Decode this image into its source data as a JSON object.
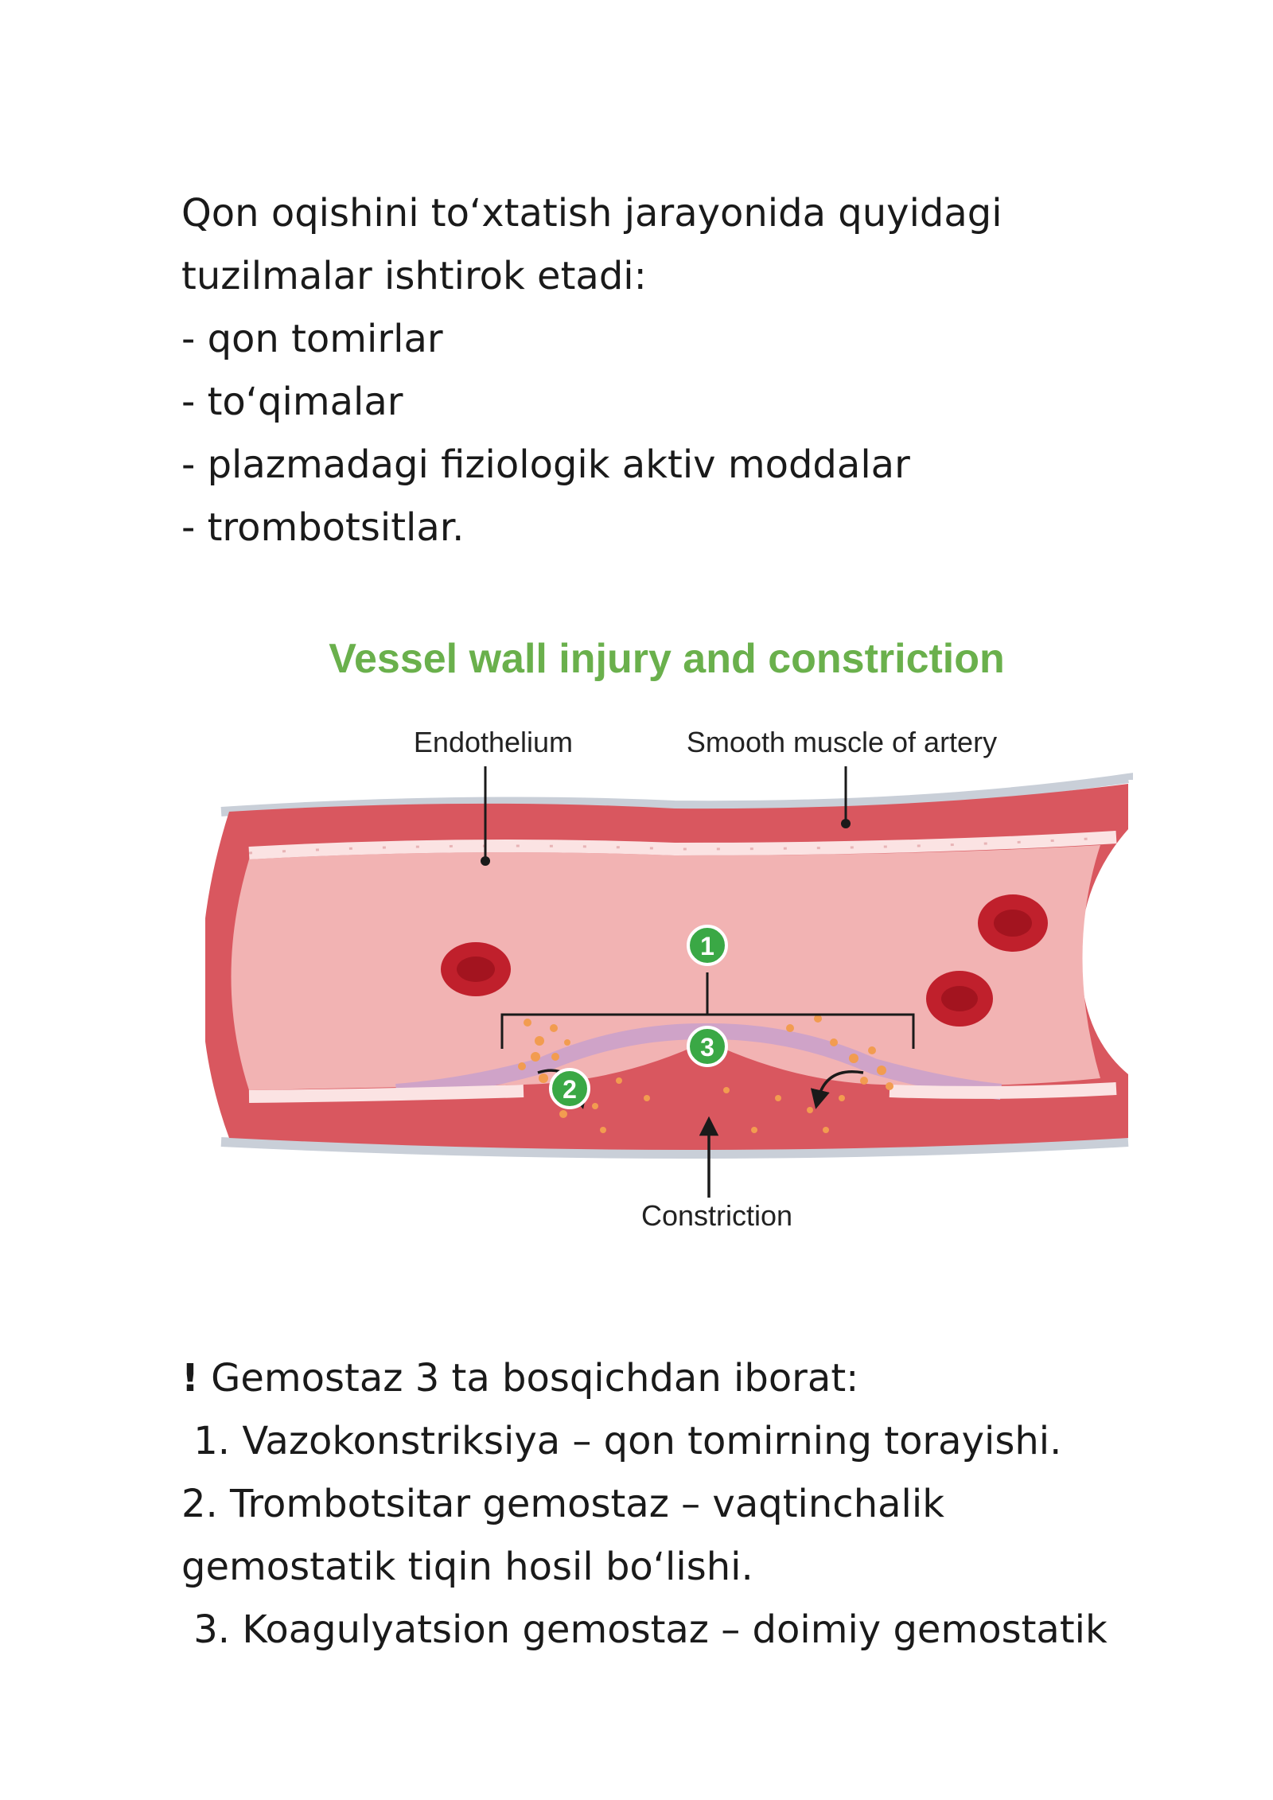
{
  "intro": {
    "lines": [
      "Qon oqishini to‘xtatish jarayonida quyidagi",
      "tuzilmalar ishtirok etadi:",
      "- qon tomirlar",
      "- to‘qimalar",
      "- plazmadagi fiziologik aktiv moddalar",
      "- trombotsitlar."
    ]
  },
  "figure": {
    "title": "Vessel wall injury and constriction",
    "label_endothelium": "Endothelium",
    "label_smooth_muscle": "Smooth muscle of artery",
    "label_constriction": "Constriction",
    "marker_1": "1",
    "marker_2": "2",
    "marker_3": "3",
    "colors": {
      "title_green": "#6ab04c",
      "vessel_wall": "#d9575f",
      "lumen": "#f2b3b3",
      "endothelium": "#fbe3e3",
      "red_cell": "#c0202c",
      "marker_green": "#3aa845",
      "platelet": "#f29c50"
    }
  },
  "stages": {
    "bang": "!",
    "heading": " Gemostaz 3 ta bosqichdan iborat:",
    "lines": [
      " 1. Vazokonstriksiya – qon tomirning torayishi.",
      "2. Trombotsitar gemostaz – vaqtinchalik",
      "gemostatik tiqin hosil bo‘lishi.",
      " 3. Koagulyatsion gemostaz – doimiy gemostatik"
    ]
  }
}
